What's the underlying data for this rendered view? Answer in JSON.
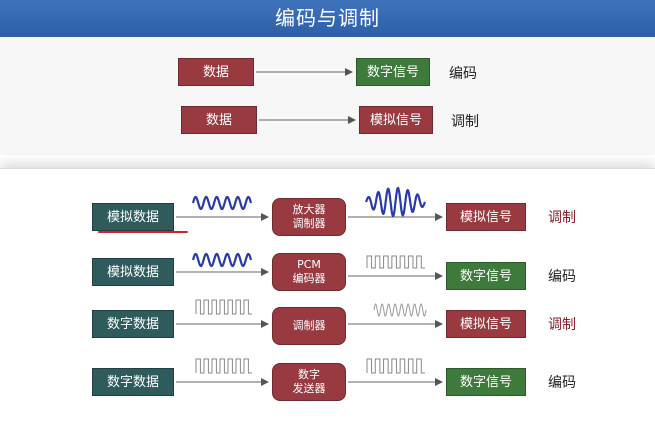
{
  "title": "编码与调制",
  "top": {
    "rows": [
      {
        "from": "数据",
        "to": "数字信号",
        "label": "编码"
      },
      {
        "from": "数据",
        "to": "模拟信号",
        "label": "调制"
      }
    ]
  },
  "detail": {
    "rows": [
      {
        "from": "模拟数据",
        "device_line1": "放大器",
        "device_line2": "调制器",
        "to": "模拟信号",
        "label": "调制"
      },
      {
        "from": "模拟数据",
        "device_line1": "PCM",
        "device_line2": "编码器",
        "to": "数字信号",
        "label": "编码"
      },
      {
        "from": "数字数据",
        "device_line1": "调制器",
        "device_line2": "",
        "to": "模拟信号",
        "label": "调制"
      },
      {
        "from": "数字数据",
        "device_line1": "数字",
        "device_line2": "发送器",
        "to": "数字信号",
        "label": "编码"
      }
    ]
  },
  "colors": {
    "title_bg": "#2e5ea8",
    "box_red": "#983a40",
    "box_green": "#3d7a3b",
    "box_teal": "#2f5b5d",
    "wave_blue": "#2a3ba8",
    "underline_red": "#d8202a"
  }
}
